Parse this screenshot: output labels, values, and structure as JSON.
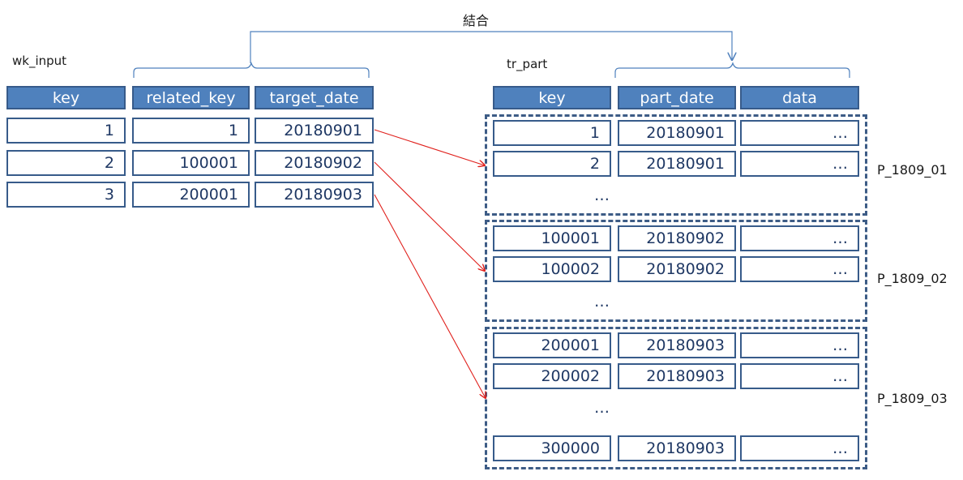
{
  "join_label": "結合",
  "wk_input": {
    "label": "wk_input",
    "headers": [
      "key",
      "related_key",
      "target_date"
    ],
    "rows": [
      [
        "1",
        "1",
        "20180901"
      ],
      [
        "2",
        "100001",
        "20180902"
      ],
      [
        "3",
        "200001",
        "20180903"
      ]
    ]
  },
  "tr_part": {
    "label": "tr_part",
    "headers": [
      "key",
      "part_date",
      "data"
    ],
    "partitions": [
      {
        "name": "P_1809_01",
        "rows": [
          [
            "1",
            "20180901",
            "…"
          ],
          [
            "2",
            "20180901",
            "…"
          ]
        ],
        "gap": "…",
        "tail_rows": []
      },
      {
        "name": "P_1809_02",
        "rows": [
          [
            "100001",
            "20180902",
            "…"
          ],
          [
            "100002",
            "20180902",
            "…"
          ]
        ],
        "gap": "…",
        "tail_rows": []
      },
      {
        "name": "P_1809_03",
        "rows": [
          [
            "200001",
            "20180903",
            "…"
          ],
          [
            "200002",
            "20180903",
            "…"
          ]
        ],
        "gap": "…",
        "tail_rows": [
          [
            "300000",
            "20180903",
            "…"
          ]
        ]
      }
    ]
  },
  "colors": {
    "header_fill": "#4f81bd",
    "cell_border": "#375b8a",
    "cell_text": "#1f3864",
    "bracket": "#4f81bd",
    "arrow": "#e0201c"
  }
}
